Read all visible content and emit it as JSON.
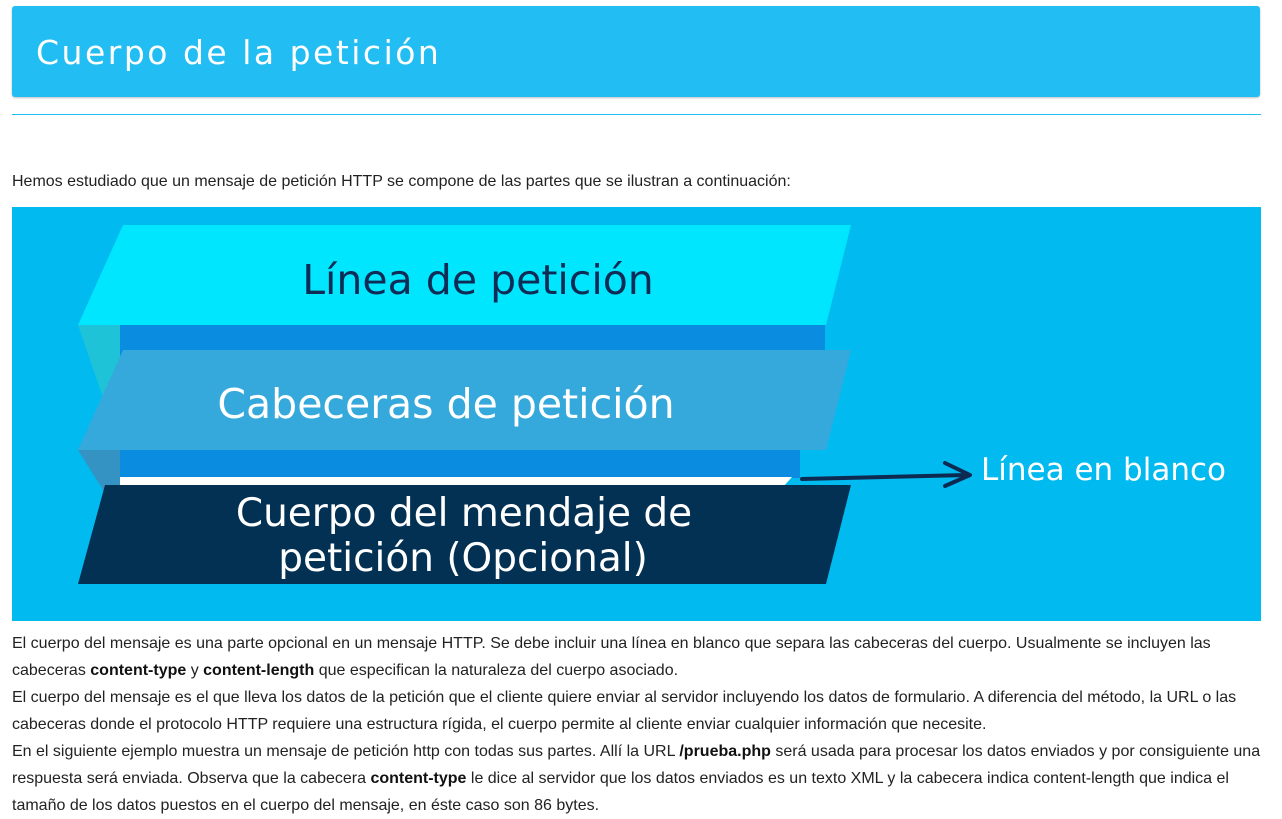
{
  "header": {
    "title": "Cuerpo de la petición"
  },
  "intro": "Hemos estudiado que un mensaje de petición HTTP se compone de las partes que se ilustran a continuación:",
  "diagram": {
    "request_line": "Línea de petición",
    "headers": "Cabeceras de petición",
    "body_line1": "Cuerpo del mendaje de",
    "body_line2": "petición (Opcional)",
    "blank_line_label": "Línea en blanco",
    "colors": {
      "background": "#00baf0",
      "request_line": "#00e6fe",
      "headers": "#36a9dc",
      "body": "#033154"
    }
  },
  "paragraphs": {
    "p1_a": "El cuerpo del mensaje es una parte opcional en un mensaje HTTP. Se debe incluir una línea en blanco que separa las cabeceras del cuerpo. Usualmente se incluyen las cabeceras ",
    "p1_b": "content-type",
    "p1_c": " y ",
    "p1_d": "content-length",
    "p1_e": " que especifican la naturaleza del cuerpo asociado.",
    "p2": "El cuerpo del mensaje es el que lleva los datos de la petición que el cliente quiere enviar al servidor incluyendo los datos de formulario. A diferencia del método, la URL o las cabeceras donde el protocolo HTTP requiere una estructura rígida, el cuerpo permite al cliente enviar cualquier información que necesite.",
    "p3_a": "En el siguiente ejemplo muestra un mensaje de petición http con todas sus partes. Allí la URL ",
    "p3_b": "/prueba.php",
    "p3_c": " será usada para procesar los datos enviados y por consiguiente una respuesta será enviada. Observa que la cabecera ",
    "p3_d": "content-type",
    "p3_e": " le dice al servidor que los datos enviados es un texto XML y la cabecera indica content-length que indica el tamaño de los datos puestos en el cuerpo del mensaje, en éste caso son 86 bytes."
  }
}
